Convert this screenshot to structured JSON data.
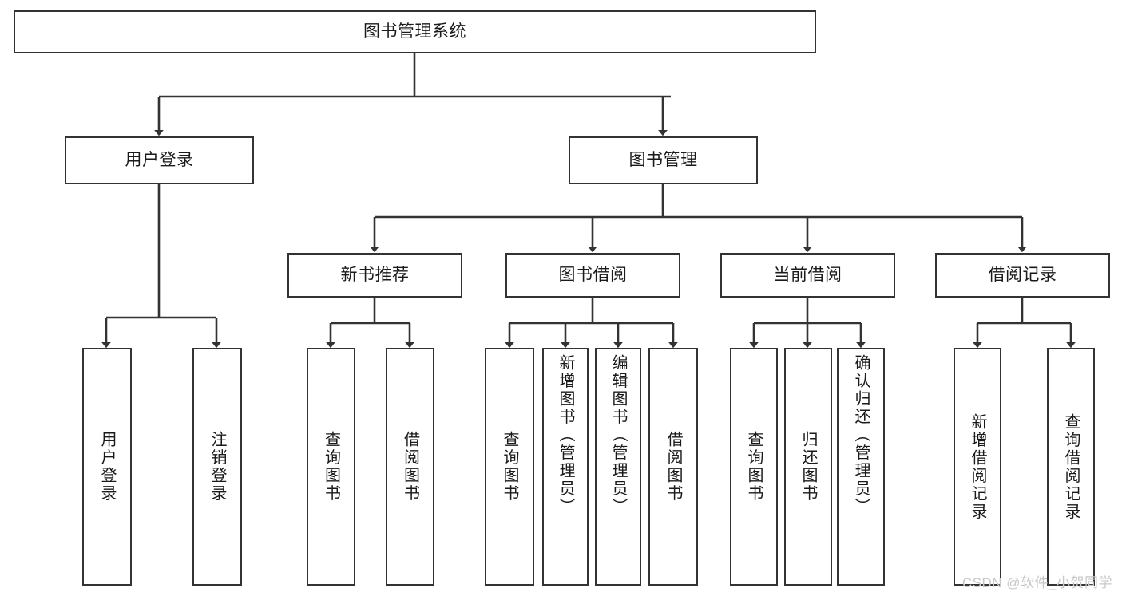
{
  "diagram": {
    "title": "图书管理系统",
    "type": "tree-hierarchy",
    "watermark": "CSDN @软件_小贺同学",
    "colors": {
      "stroke": "#333333",
      "fill": "#ffffff",
      "text": "#1a1a1a",
      "watermark": "#c8c8c8"
    },
    "root": {
      "label": "图书管理系统"
    },
    "level1": [
      {
        "label": "用户登录"
      },
      {
        "label": "图书管理"
      }
    ],
    "level2": [
      {
        "label": "新书推荐"
      },
      {
        "label": "图书借阅"
      },
      {
        "label": "当前借阅"
      },
      {
        "label": "借阅记录"
      }
    ],
    "leaves": {
      "user_login": [
        {
          "label": "用户登录"
        },
        {
          "label": "注销登录"
        }
      ],
      "new_book_recommend": [
        {
          "label": "查询图书"
        },
        {
          "label": "借阅图书"
        }
      ],
      "book_borrow": [
        {
          "label": "查询图书"
        },
        {
          "label": "新增图书（管理员）"
        },
        {
          "label": "编辑图书（管理员）"
        },
        {
          "label": "借阅图书"
        }
      ],
      "current_borrow": [
        {
          "label": "查询图书"
        },
        {
          "label": "归还图书"
        },
        {
          "label": "确认归还（管理员）"
        }
      ],
      "borrow_record": [
        {
          "label": "新增借阅记录"
        },
        {
          "label": "查询借阅记录"
        }
      ]
    }
  }
}
